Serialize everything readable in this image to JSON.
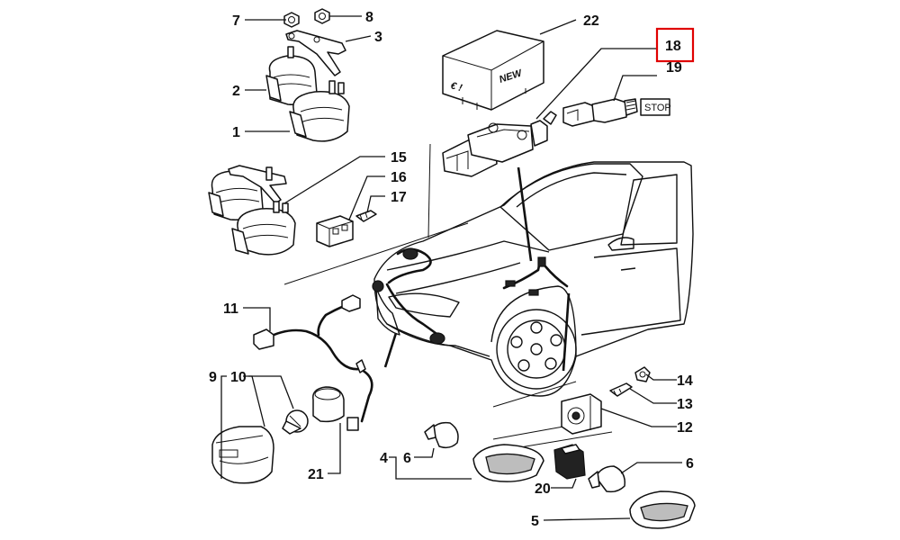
{
  "labels": {
    "l1": "1",
    "l2": "2",
    "l3": "3",
    "l4": "4",
    "l5": "5",
    "l6a": "6",
    "l6b": "6",
    "l7": "7",
    "l8": "8",
    "l9": "9",
    "l10": "10",
    "l11": "11",
    "l12": "12",
    "l13": "13",
    "l14": "14",
    "l15": "15",
    "l16": "16",
    "l17": "17",
    "l18": "18",
    "l19": "19",
    "l20": "20",
    "l21": "21",
    "l22": "22"
  },
  "box_text": {
    "new": "NEW",
    "euro": "€ !"
  },
  "stop_tag": "STOP",
  "highlight_color": "#e00000"
}
